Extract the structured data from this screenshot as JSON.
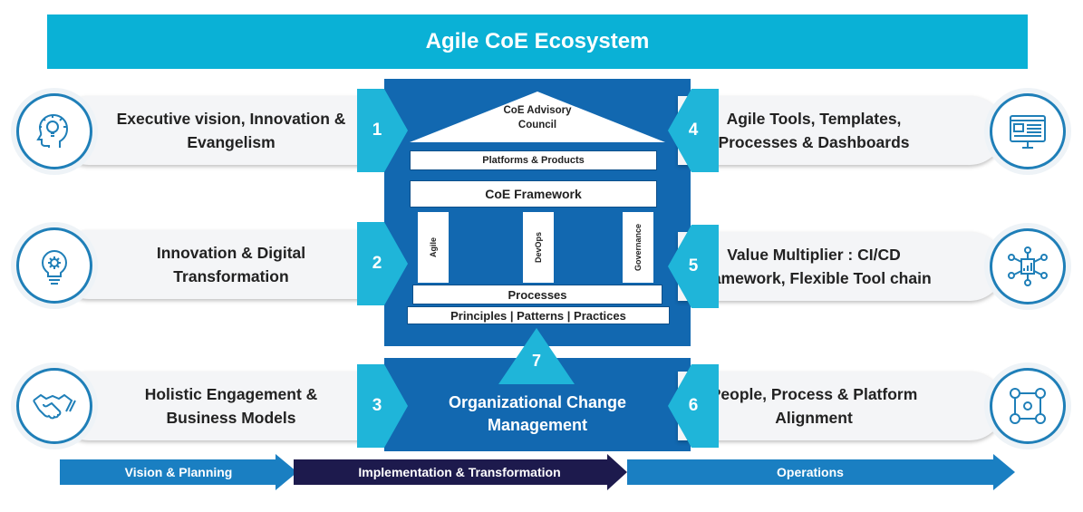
{
  "title": "Agile CoE Ecosystem",
  "blocks": [
    {
      "num": "1",
      "label": "Executive vision, Innovation &\nEvangelism",
      "icon": "head-lightbulb-icon"
    },
    {
      "num": "2",
      "label": "Innovation & Digital\nTransformation",
      "icon": "lightbulb-gear-icon"
    },
    {
      "num": "3",
      "label": "Holistic Engagement &\nBusiness Models",
      "icon": "handshake-icon"
    },
    {
      "num": "4",
      "label": "Agile Tools, Templates,\nProcesses & Dashboards",
      "icon": "dashboard-monitor-icon"
    },
    {
      "num": "5",
      "label": "Value Multiplier : CI/CD\nFramework, Flexible Tool chain",
      "icon": "network-hub-icon"
    },
    {
      "num": "6",
      "label": "People, Process & Platform\nAlignment",
      "icon": "connected-circles-icon"
    }
  ],
  "temple": {
    "roof": "CoE Advisory\nCouncil",
    "platforms": "Platforms & Products",
    "framework": "CoE Framework",
    "pillars": [
      "Agile",
      "DevOps",
      "Governance"
    ],
    "processes": "Processes",
    "foundation": "Principles | Patterns | Practices"
  },
  "change": {
    "num": "7",
    "label": "Organizational Change\nManagement"
  },
  "phases": [
    "Vision & Planning",
    "Implementation & Transformation",
    "Operations"
  ],
  "colors": {
    "cyan": "#0ab1d6",
    "tab": "#1fb5d9",
    "blue": "#1268b0",
    "navy": "#1d1a4d",
    "arrow": "#1a7fc2"
  }
}
